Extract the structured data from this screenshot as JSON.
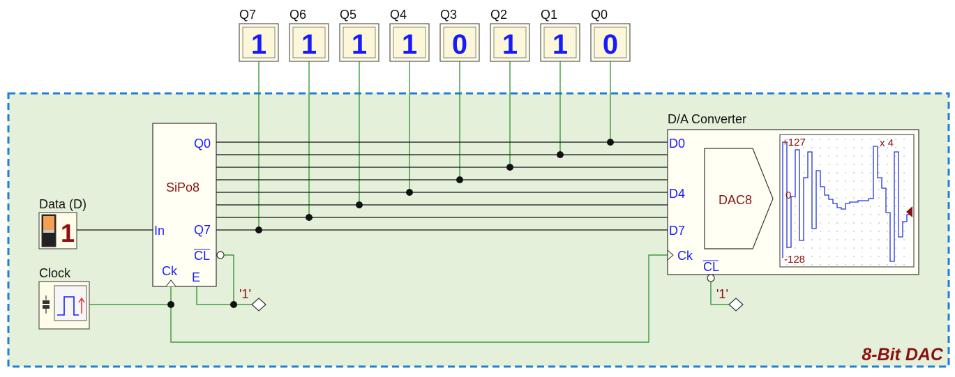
{
  "title": "8-Bit DAC",
  "displays": [
    {
      "label": "Q7",
      "value": "1"
    },
    {
      "label": "Q6",
      "value": "1"
    },
    {
      "label": "Q5",
      "value": "1"
    },
    {
      "label": "Q4",
      "value": "1"
    },
    {
      "label": "Q3",
      "value": "0"
    },
    {
      "label": "Q2",
      "value": "1"
    },
    {
      "label": "Q1",
      "value": "1"
    },
    {
      "label": "Q0",
      "value": "0"
    }
  ],
  "data_input": {
    "label": "Data (D)",
    "value": "1"
  },
  "clock": {
    "label": "Clock"
  },
  "shift_register": {
    "name": "SiPo8",
    "pins": {
      "q0": "Q0",
      "q7": "Q7",
      "in": "In",
      "cl": "CL",
      "ck": "Ck",
      "e": "E"
    }
  },
  "const_one": "'1'",
  "dac": {
    "title": "D/A Converter",
    "name": "DAC8",
    "pins": {
      "d0": "D0",
      "d4": "D4",
      "d7": "D7",
      "ck": "Ck",
      "cl": "CL"
    },
    "scope": {
      "top": "+127",
      "mid": "0",
      "bottom": "-128",
      "scale": "x 4"
    }
  },
  "colors": {
    "region_fill": "#e4f0da",
    "region_border": "#1f7fd6",
    "wire": "#1e8a1e",
    "digit": "#1a1aff",
    "title": "#8b1010"
  }
}
